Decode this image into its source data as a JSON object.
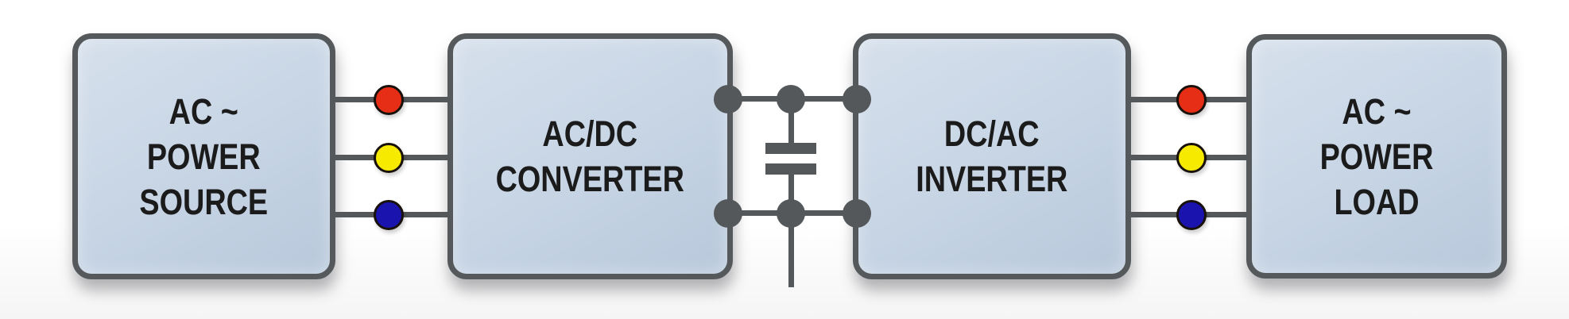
{
  "diagram": {
    "type": "block-diagram",
    "subject": "three-phase AC to DC to AC power conversion chain",
    "blocks": [
      {
        "id": "ac-power-source",
        "lines": [
          "AC ~",
          "POWER",
          "SOURCE"
        ]
      },
      {
        "id": "ac-dc-converter",
        "lines": [
          "AC/DC",
          "CONVERTER"
        ]
      },
      {
        "id": "dc-ac-inverter",
        "lines": [
          "DC/AC",
          "INVERTER"
        ]
      },
      {
        "id": "ac-power-load",
        "lines": [
          "AC ~",
          "POWER",
          "LOAD"
        ]
      }
    ],
    "connections": [
      {
        "from": "ac-power-source",
        "to": "ac-dc-converter",
        "type": "three-phase-ac",
        "phase_dot_colors": [
          "#e62e17",
          "#f5ea00",
          "#1a13ae"
        ]
      },
      {
        "from": "ac-dc-converter",
        "to": "dc-ac-inverter",
        "type": "dc-link",
        "rails": 2,
        "component": "capacitor",
        "node_dots": 6
      },
      {
        "from": "dc-ac-inverter",
        "to": "ac-power-load",
        "type": "three-phase-ac",
        "phase_dot_colors": [
          "#e62e17",
          "#f5ea00",
          "#1a13ae"
        ]
      }
    ]
  },
  "colors": {
    "phase_red": "#e62e17",
    "phase_yellow": "#f5ea00",
    "phase_blue": "#1a13ae",
    "node_gray": "#54585a",
    "wire": "#54585a",
    "box_border": "#55595c",
    "box_fill_top": "#d6e0ec",
    "box_fill_bottom": "#b8c8db",
    "text": "#1b1b1b",
    "background": "#ffffff"
  }
}
